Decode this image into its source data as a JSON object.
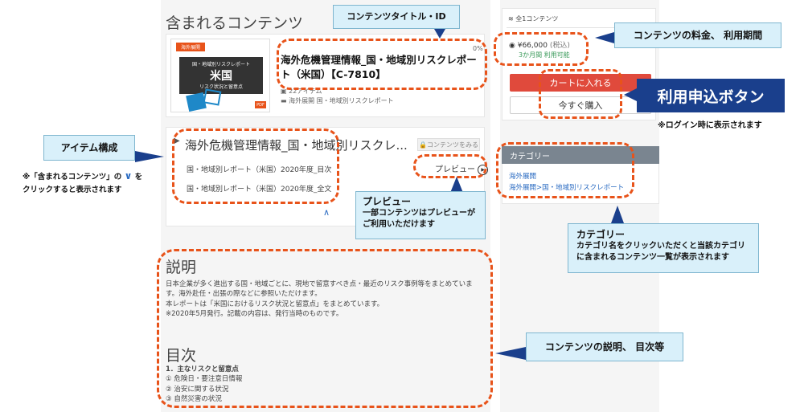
{
  "main": {
    "contents_heading": "含まれるコンテンツ",
    "product": {
      "thumb_tag": "海外展開",
      "thumb_sub": "国・地域別リスクレポート",
      "thumb_country": "米国",
      "thumb_caption": "リスク状況と留意点",
      "thumb_format": "PDF",
      "title": "海外危機管理情報_国・地域別リスクレポート（米国）【C-7810】",
      "right_small": "0%",
      "pages": "22アイテム",
      "category_path": "海外展開 国・地域別リスクレポート"
    },
    "item_group": {
      "title": "海外危機管理情報_国・地域別リスクレ...",
      "view_button": "コンテンツをみる",
      "items": [
        "国・地域別レポート（米国）2020年度_目次",
        "国・地域別レポート（米国）2020年度_全文"
      ],
      "preview_label": "プレビュー"
    },
    "description_heading": "説明",
    "description_lines": [
      "日本企業が多く進出する国・地域ごとに、現地で留意すべき点・最近のリスク事例等をまとめていま",
      "す。海外赴任・出張の際などに参照いただけます。",
      "本レポートは「米国におけるリスク状況と留意点」をまとめています。",
      "※2020年5月発行。記載の内容は、発行当時のものです。"
    ],
    "toc_heading": "目次",
    "toc_lines": [
      "1．主なリスクと留意点",
      "① 危険日・要注意日情報",
      "② 治安に関する状況",
      "③ 自然災害の状況"
    ]
  },
  "side": {
    "count_label": "全1コンテンツ",
    "price": "¥66,000",
    "price_tax": "(税込)",
    "period": "3か月間 利用可能",
    "cart_button": "カートに入れる",
    "buy_button": "今すぐ購入",
    "category_heading": "カテゴリー",
    "category_links": [
      "海外展開",
      "海外展開>国・地域別リスクレポート"
    ]
  },
  "annotations": {
    "title_id": "コンテンツタイトル・ID",
    "price_period": "コンテンツの料金、 利用期間",
    "apply_button": "利用申込ボタン",
    "login_note": "※ログイン時に表示されます",
    "item_structure": "アイテム構成",
    "item_note_1": "※「含まれるコンテンツ」の",
    "item_note_chev": "∨",
    "item_note_2": "を",
    "item_note_3": "クリックすると表示されます",
    "preview_title": "プレビュー",
    "preview_text_1": "一部コンテンツはプレビューが",
    "preview_text_2": "ご利用いただけます",
    "category_title": "カテゴリー",
    "category_text_1": "カテゴリ名をクリックいただくと当該カテゴリ",
    "category_text_2": "に含まれるコンテンツ一覧が表示されます",
    "desc_toc": "コンテンツの説明、 目次等"
  },
  "colors": {
    "accent_orange": "#e8531a",
    "cart_red": "#e04a3c",
    "banner_navy": "#1a3f8c",
    "callout_blue": "#d9f0fa",
    "link_blue": "#2a6bc2",
    "category_header": "#7a8590"
  }
}
